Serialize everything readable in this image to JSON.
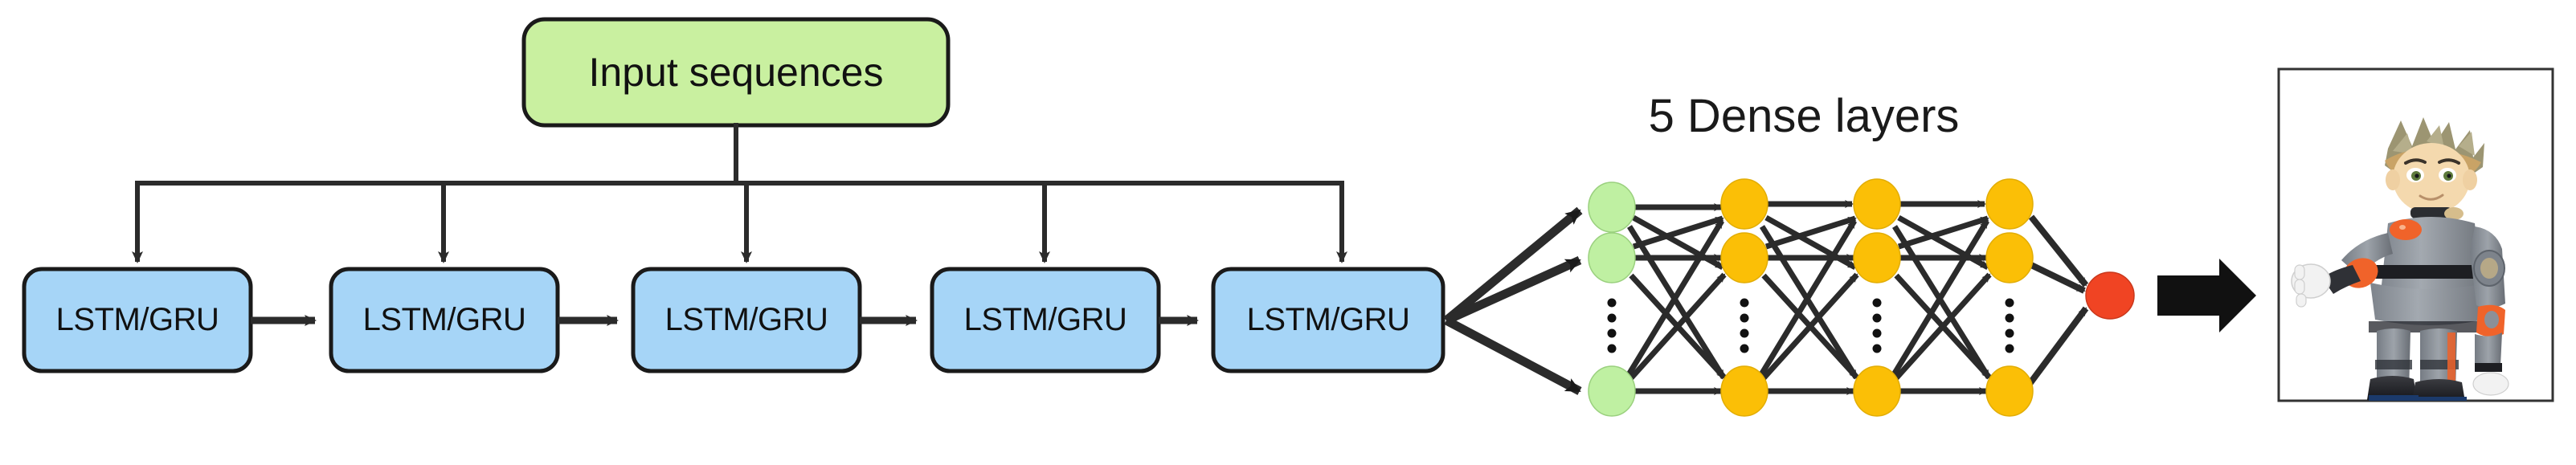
{
  "diagram": {
    "title_note": "RNN to Dense network architecture diagram",
    "input_block": {
      "label": "Input sequences",
      "fill": "#C9F0A0",
      "stroke": "#1a1a1a"
    },
    "recurrent_layer": {
      "cell_label": "LSTM/GRU",
      "count": 5,
      "fill": "#A6D5F7",
      "stroke": "#1a1a1a",
      "cells": [
        {
          "label": "LSTM/GRU"
        },
        {
          "label": "LSTM/GRU"
        },
        {
          "label": "LSTM/GRU"
        },
        {
          "label": "LSTM/GRU"
        },
        {
          "label": "LSTM/GRU"
        }
      ]
    },
    "dense_section": {
      "title": "5 Dense layers",
      "layers": [
        {
          "name": "dense-layer-1",
          "node_fill": "#BFF0A2",
          "nodes": 3,
          "ellipsis": true
        },
        {
          "name": "dense-layer-2",
          "node_fill": "#FBBF06",
          "nodes": 3,
          "ellipsis": true
        },
        {
          "name": "dense-layer-3",
          "node_fill": "#FBBF06",
          "nodes": 3,
          "ellipsis": true
        },
        {
          "name": "dense-layer-4",
          "node_fill": "#FBBF06",
          "nodes": 3,
          "ellipsis": true
        }
      ],
      "output_node": {
        "name": "output-node",
        "fill": "#F04423",
        "nodes": 1
      }
    },
    "output_arrow": {
      "color": "#111111"
    },
    "robot_image": {
      "alt": "humanoid toy robot with spiky hair, grey body, orange accents",
      "frame_stroke": "#333333",
      "body_color": "#8A8F96",
      "accent_color": "#F0632A",
      "skin_color": "#F4D9AE",
      "hair_color": "#9C9572",
      "boot_color": "#23242A",
      "glove_color": "#F2F2F2"
    },
    "colors": {
      "line": "#2b2b2b",
      "green": "#C9F0A0",
      "blue": "#A6D5F7",
      "orange": "#FBBF06",
      "red": "#F04423",
      "black": "#111111"
    }
  }
}
